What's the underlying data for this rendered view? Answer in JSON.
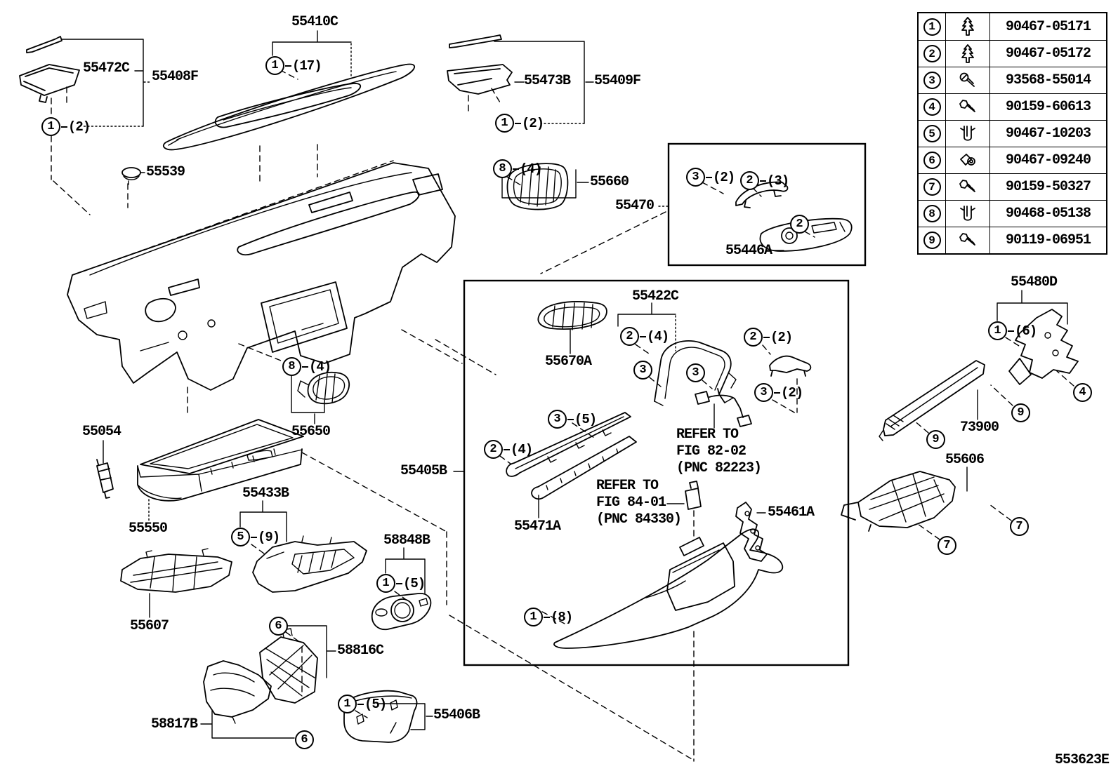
{
  "diagram_id": "553623E",
  "parts": {
    "55472C": "55472C",
    "55408F": "55408F",
    "55410C": "55410C",
    "55473B": "55473B",
    "55409F": "55409F",
    "55539": "55539",
    "55660": "55660",
    "55470": "55470",
    "55446A": "55446A",
    "55480D": "55480D",
    "73900": "73900",
    "55606": "55606",
    "55670A": "55670A",
    "55422C": "55422C",
    "55405B": "55405B",
    "55471A": "55471A",
    "55461A": "55461A",
    "55054": "55054",
    "55550": "55550",
    "55433B": "55433B",
    "58848B": "58848B",
    "55650": "55650",
    "55607": "55607",
    "58816C": "58816C",
    "58817B": "58817B",
    "55406B": "55406B"
  },
  "callouts": [
    {
      "n": "1",
      "q": "(2)"
    },
    {
      "n": "1",
      "q": "(17)"
    },
    {
      "n": "1",
      "q": "(2)"
    },
    {
      "n": "8",
      "q": "(4)"
    },
    {
      "n": "3",
      "q": "(2)"
    },
    {
      "n": "2",
      "q": "(3)"
    },
    {
      "n": "2",
      "q": ""
    },
    {
      "n": "8",
      "q": "(4)"
    },
    {
      "n": "2",
      "q": "(4)"
    },
    {
      "n": "3",
      "q": ""
    },
    {
      "n": "3",
      "q": ""
    },
    {
      "n": "2",
      "q": "(2)"
    },
    {
      "n": "3",
      "q": "(2)"
    },
    {
      "n": "3",
      "q": "(5)"
    },
    {
      "n": "2",
      "q": "(4)"
    },
    {
      "n": "1",
      "q": "(8)"
    },
    {
      "n": "5",
      "q": "(9)"
    },
    {
      "n": "1",
      "q": "(5)"
    },
    {
      "n": "6",
      "q": ""
    },
    {
      "n": "6",
      "q": ""
    },
    {
      "n": "1",
      "q": "(5)"
    },
    {
      "n": "1",
      "q": "(6)"
    },
    {
      "n": "4",
      "q": ""
    },
    {
      "n": "9",
      "q": ""
    },
    {
      "n": "9",
      "q": ""
    },
    {
      "n": "7",
      "q": ""
    },
    {
      "n": "7",
      "q": ""
    }
  ],
  "notes": {
    "fig8202": [
      "REFER TO",
      "FIG 82-02",
      "(PNC 82223)"
    ],
    "fig8401": [
      "REFER TO",
      "FIG 84-01",
      "(PNC 84330)"
    ]
  },
  "fastener_table": {
    "rows": [
      {
        "num": "1",
        "part": "90467-05171",
        "icon": "push-clip"
      },
      {
        "num": "2",
        "part": "90467-05172",
        "icon": "push-clip"
      },
      {
        "num": "3",
        "part": "93568-55014",
        "icon": "screw"
      },
      {
        "num": "4",
        "part": "90159-60613",
        "icon": "bolt-washer"
      },
      {
        "num": "5",
        "part": "90467-10203",
        "icon": "u-clip"
      },
      {
        "num": "6",
        "part": "90467-09240",
        "icon": "grommet"
      },
      {
        "num": "7",
        "part": "90159-50327",
        "icon": "bolt-washer"
      },
      {
        "num": "8",
        "part": "90468-05138",
        "icon": "u-clip"
      },
      {
        "num": "9",
        "part": "90119-06951",
        "icon": "bolt-washer"
      }
    ]
  }
}
